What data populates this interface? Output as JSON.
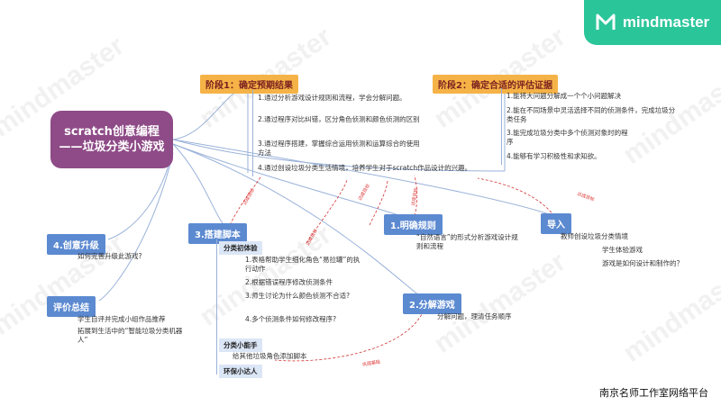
{
  "brand": {
    "name": "mindmaster",
    "watermark": "mindmaster"
  },
  "title": "scratch创意编程——垃圾分类小游戏",
  "stage1": {
    "label": "阶段1：确定预期结果",
    "items": [
      "1.通过分析游戏设计规则和流程，学会分解问题。",
      "2.通过程序对比纠错，区分角色侦测和颜色侦测的区别",
      "3.通过程序搭建，掌握综合运用侦测和运算综合的使用方法",
      "4.通过创设垃圾分类生活情境，培养学生对于scratch作品设计的兴趣。"
    ]
  },
  "stage2": {
    "label": "阶段2：确定合适的评估证据",
    "items": [
      "1.能将大问题分解成一个个小问题解决",
      "2.能在不同场景中灵活选择不同的侦测条件，完成垃圾分类任务",
      "3.能完成垃圾分类中多个侦测对象时的程序",
      "4.能够有学习积极性和求知欲。"
    ]
  },
  "intro": {
    "label": "导入",
    "items": [
      "教师创设垃圾分类情境",
      "学生体验游戏",
      "游戏是如何设计和制作的？"
    ]
  },
  "rules": {
    "label": "1.明确规则",
    "items": [
      "“自然语言”的形式分析游戏设计规则和流程"
    ]
  },
  "decompose": {
    "label": "2.分解游戏",
    "items": [
      "分解问题，理清任务顺序"
    ]
  },
  "build": {
    "label": "3.搭建脚本",
    "sub1": "分类初体验",
    "sub1_items": [
      "1.表格帮助学生细化角色“易拉罐”的执行动作",
      "2.根据错误程序修改侦测条件",
      "3.师生讨论为什么颜色侦测不合适?",
      "4.多个侦测条件如何修改程序?"
    ],
    "sub2": "分类小能手",
    "sub2_items": [
      "给其他垃圾角色添加脚本"
    ],
    "sub3": "环保小达人"
  },
  "upgrade": {
    "label": "4.创意升级",
    "items": [
      "如何完善升级此游戏?"
    ]
  },
  "evaluate": {
    "label": "评价总结",
    "items": [
      "学生自评并完成小组作品推荐",
      "拓展到生活中的“智能垃圾分类机器人”"
    ]
  },
  "links": [
    "达成目标",
    "达成目标",
    "达成目标",
    "达成目标",
    "达成目标",
    "巩固基础"
  ],
  "footer": "南京名师工作室网络平台",
  "colors": {
    "purple": "#8e4b87",
    "orange": "#f5b347",
    "blue": "#5c8ad1",
    "green": "#2bc59a",
    "red": "#d33333"
  }
}
